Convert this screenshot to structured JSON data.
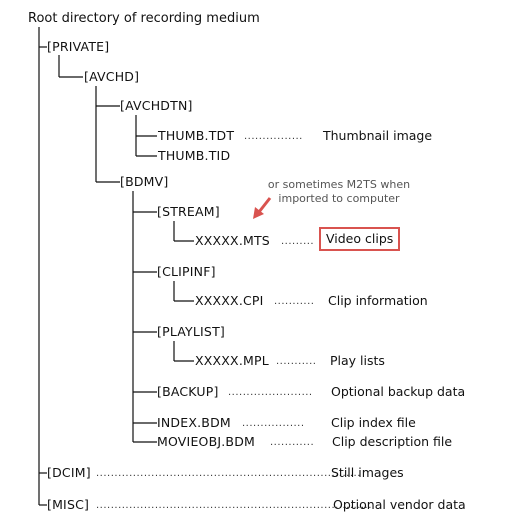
{
  "root": {
    "label": "Root directory of recording medium"
  },
  "nodes": {
    "private": "[PRIVATE]",
    "avchd": "[AVCHD]",
    "avchdtn": "[AVCHDTN]",
    "thumb_tdt": "THUMB.TDT",
    "thumb_tid": "THUMB.TID",
    "bdmv": "[BDMV]",
    "stream": "[STREAM]",
    "mts": "XXXXX.MTS",
    "clipinf": "[CLIPINF]",
    "cpi": "XXXXX.CPI",
    "playlist": "[PLAYLIST]",
    "mpl": "XXXXX.MPL",
    "backup": "[BACKUP]",
    "index_bdm": "INDEX.BDM",
    "movieobj_bdm": "MOVIEOBJ.BDM",
    "dcim": "[DCIM]",
    "misc": "[MISC]"
  },
  "descriptions": {
    "thumb_tdt": "Thumbnail image",
    "mts": "Video clips",
    "cpi": "Clip information",
    "mpl": "Play lists",
    "backup": "Optional backup data",
    "index_bdm": "Clip index file",
    "movieobj_bdm": "Clip description file",
    "dcim": "Still images",
    "misc": "Optional vendor data"
  },
  "leaders": {
    "thumb_tdt": "................",
    "mts": ".........",
    "cpi": "...........",
    "mpl": "...........",
    "backup": ".......................",
    "index_bdm": ".................",
    "movieobj_bdm": "............",
    "dcim": "........................................................................",
    "misc": "..........................................................................."
  },
  "annotation": {
    "note": "or sometimes M2TS when imported to computer",
    "highlight_color": "#d9534f"
  }
}
